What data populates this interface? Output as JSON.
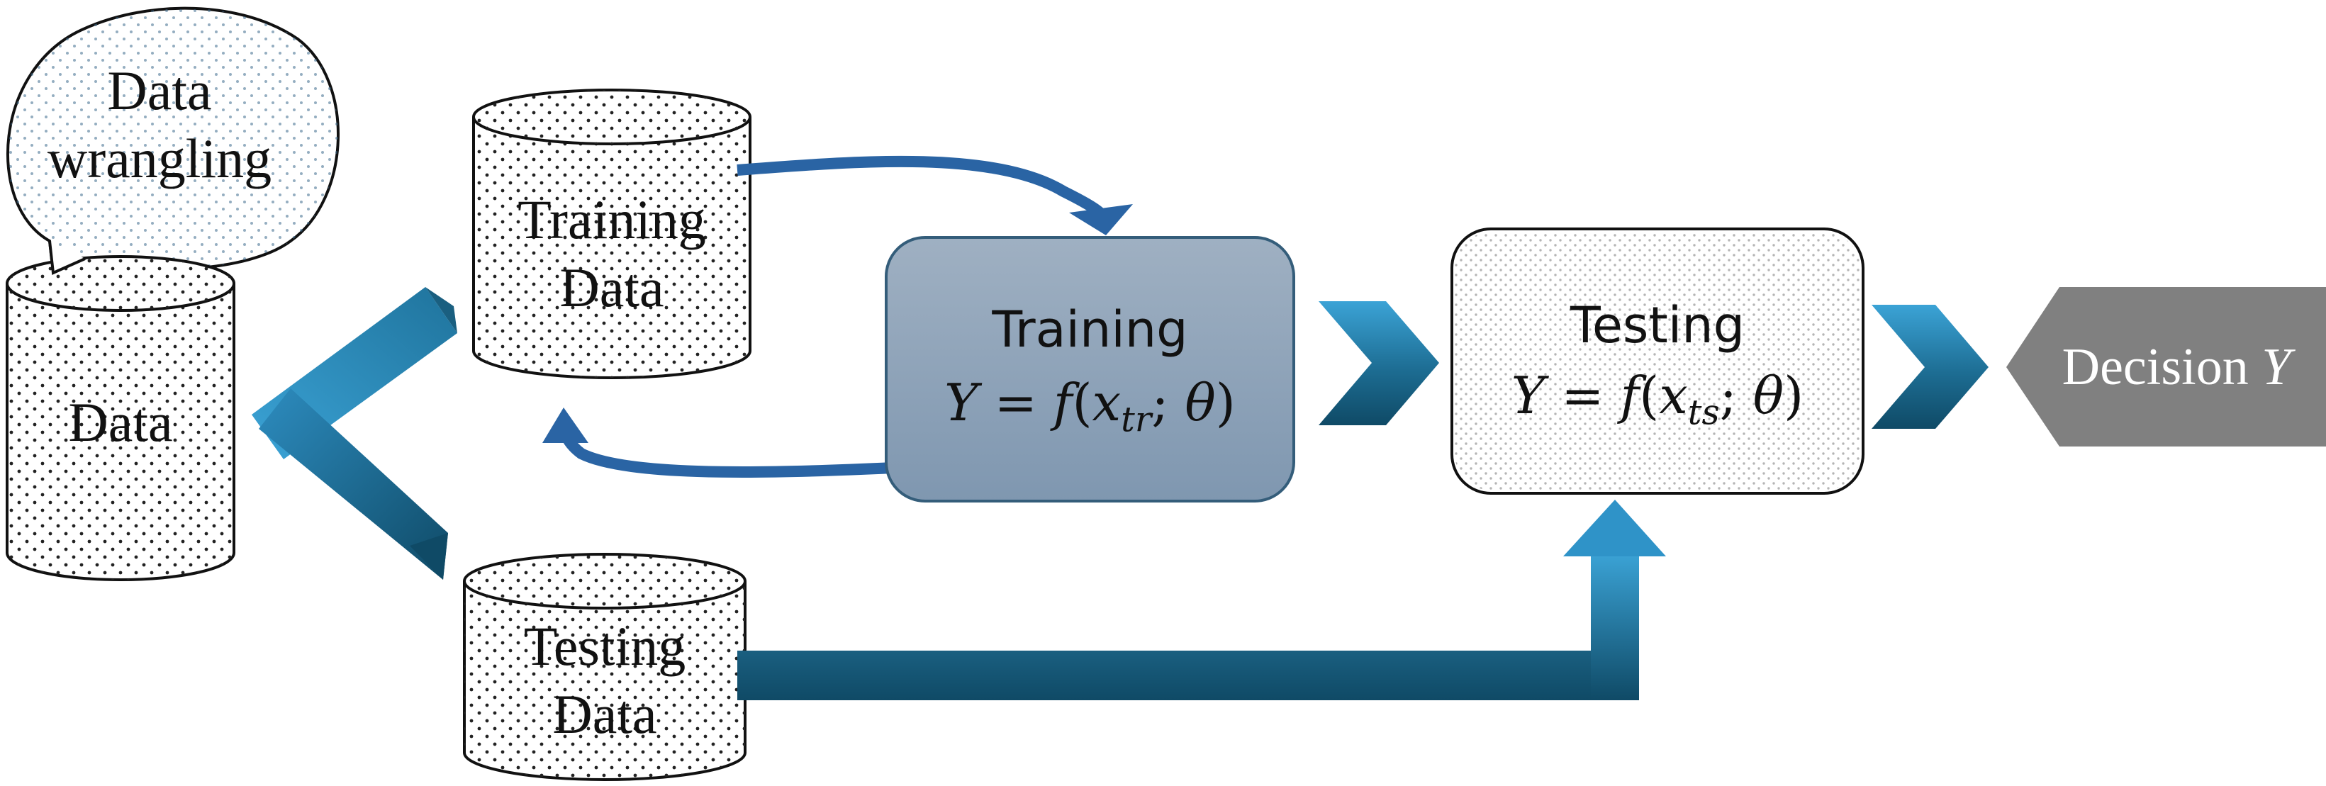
{
  "bubble": {
    "line1": "Data",
    "line2": "wrangling"
  },
  "data_store": {
    "label": "Data"
  },
  "training_data": {
    "line1": "Training",
    "line2": "Data"
  },
  "testing_data": {
    "line1": "Testing",
    "line2": "Data"
  },
  "training_box": {
    "title": "Training",
    "eq_y": "Y",
    "eq_eq": " = ",
    "eq_f": "f",
    "eq_open": "(",
    "eq_x": "x",
    "eq_sub": "tr",
    "eq_sep": "; ",
    "eq_theta": "θ",
    "eq_close": ")"
  },
  "testing_box": {
    "title": "Testing",
    "eq_y": "Y",
    "eq_eq": " = ",
    "eq_f": "f",
    "eq_open": "(",
    "eq_x": "x",
    "eq_sub": "ts",
    "eq_sep": "; ",
    "eq_theta": "θ",
    "eq_close": ")"
  },
  "decision": {
    "text": "Decision ",
    "var": "Y"
  },
  "colors": {
    "arrow_dark": "#0f4a66",
    "arrow_light": "#3ba3d6",
    "curve": "#2a64a4",
    "training_fill_top": "#9fb0c2",
    "training_fill_bottom": "#7f97b0",
    "decision_fill": "#808080"
  }
}
